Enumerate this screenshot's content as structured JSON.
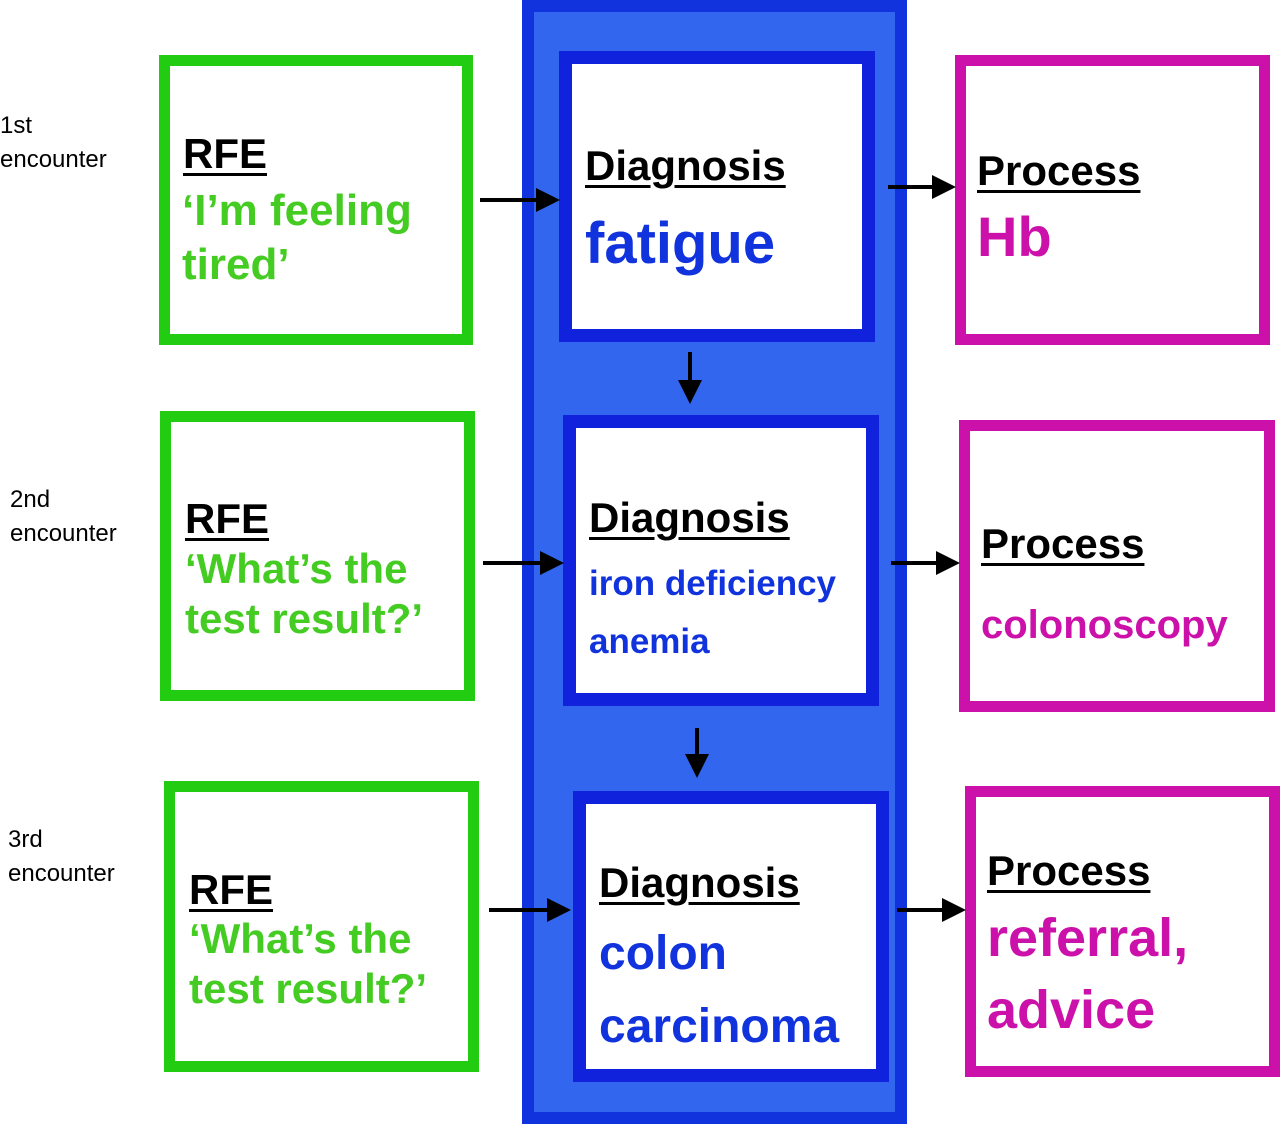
{
  "encounters": [
    {
      "label_line1": "1st",
      "label_line2": "encounter",
      "rfe": {
        "heading": "RFE",
        "line1": "‘I’m feeling",
        "line2": "tired’"
      },
      "diagnosis": {
        "heading": "Diagnosis",
        "line1": "fatigue",
        "line2": ""
      },
      "process": {
        "heading": "Process",
        "line1": "Hb",
        "line2": ""
      }
    },
    {
      "label_line1": "2nd",
      "label_line2": "encounter",
      "rfe": {
        "heading": "RFE",
        "line1": "‘What’s the",
        "line2": "test result?’"
      },
      "diagnosis": {
        "heading": "Diagnosis",
        "line1": "iron deficiency",
        "line2": "anemia"
      },
      "process": {
        "heading": "Process",
        "line1": "colonoscopy",
        "line2": ""
      }
    },
    {
      "label_line1": "3rd",
      "label_line2": "encounter",
      "rfe": {
        "heading": "RFE",
        "line1": "‘What’s the",
        "line2": "test result?’"
      },
      "diagnosis": {
        "heading": "Diagnosis",
        "line1": "colon",
        "line2": "carcinoma"
      },
      "process": {
        "heading": "Process",
        "line1": "referral,",
        "line2": "advice"
      }
    }
  ],
  "colors": {
    "rfe": "#22cc11",
    "rfe_text": "#44cc22",
    "diagnosis": "#1133dd",
    "diagnosis_column_fill": "#3366ee",
    "process": "#cc11aa",
    "arrows": "#000000"
  }
}
